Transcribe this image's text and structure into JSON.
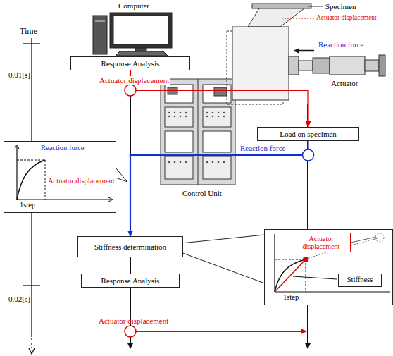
{
  "diagram": {
    "nodes": [
      {
        "text": [
          "Response Analysis"
        ]
      },
      {
        "text": [
          "Load on specimen"
        ]
      },
      {
        "text": [
          "Stiffness determination"
        ]
      },
      {
        "text": [
          "Response Analysis"
        ]
      },
      {
        "text": [
          "Reaction force",
          "Actuator displacement",
          "1step"
        ]
      },
      {
        "text": [
          "1step"
        ]
      },
      {
        "text": [
          "Actuator displacement"
        ],
        "in": 5
      },
      {
        "text": [
          "Stiffness"
        ],
        "in": 5
      }
    ],
    "edges": [
      {
        "from": 0,
        "to": 1,
        "arrow": "to",
        "label": "Actuator displacement"
      },
      {
        "from": 1,
        "to": 2,
        "arrow": "to",
        "label": "Reaction force"
      }
    ],
    "labels": [
      "Computer",
      "Specimen",
      "Actuator displacement",
      "Reaction force",
      "Actuator",
      "Time",
      "0.01[s]",
      "Control Unit",
      "0.02[s]",
      "Actuator displacement"
    ]
  }
}
